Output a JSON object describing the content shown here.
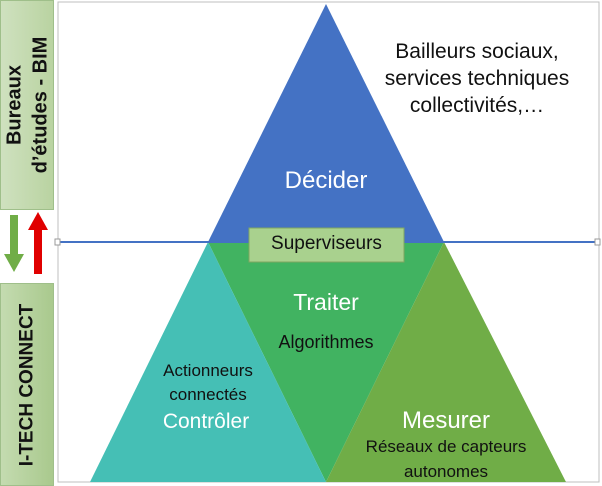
{
  "side_labels": {
    "top_line1": "Bureaux",
    "top_line2": "d’études - BIM",
    "bottom": "I-TECH CONNECT"
  },
  "stakeholders": {
    "line1": "Bailleurs sociaux,",
    "line2": "services techniques",
    "line3": "collectivités,…"
  },
  "pyramid": {
    "top_label": "Décider",
    "band_label": "Superviseurs",
    "center_title": "Traiter",
    "center_sub": "Algorithmes",
    "left_line1": "Actionneurs",
    "left_line2": "connectés",
    "left_title": "Contrôler",
    "right_title": "Mesurer",
    "right_line1": "Réseaux de capteurs",
    "right_line2": "autonomes"
  },
  "colors": {
    "top_triangle": "#4472c4",
    "center_triangle": "#41b361",
    "left_triangle": "#45bfb5",
    "right_triangle": "#70ad47",
    "band": "#a9d18e",
    "divider_line": "#4472c4",
    "arrow_down": "#70ad47",
    "arrow_up": "#e00000"
  }
}
